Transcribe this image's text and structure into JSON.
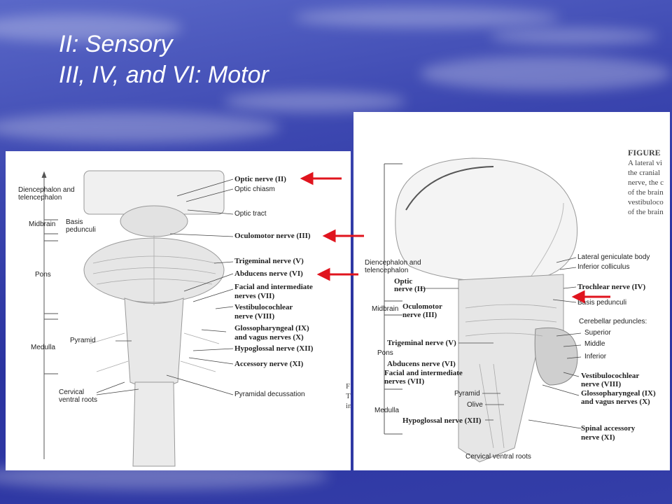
{
  "slide": {
    "title_line1": "II: Sensory",
    "title_line2": "III, IV, and VI: Motor"
  },
  "left_figure": {
    "regions": [
      "Diencephalon and telencephalon",
      "Midbrain",
      "Pons",
      "Medulla"
    ],
    "labels": {
      "basis_pedunculi": "Basis pedunculi",
      "pyramid": "Pyramid",
      "cervical": "Cervical ventral roots",
      "optic_nerve": "Optic nerve (II)",
      "optic_chiasm": "Optic chiasm",
      "optic_tract": "Optic tract",
      "oculomotor": "Oculomotor nerve (III)",
      "trigeminal": "Trigeminal nerve (V)",
      "abducens": "Abducens nerve (VI)",
      "facial_1": "Facial and intermediate",
      "facial_2": "nerves (VII)",
      "vestibulo_1": "Vestibulocochlear",
      "vestibulo_2": "nerve (VIII)",
      "glosso_1": "Glossopharyngeal (IX)",
      "glosso_2": "and vagus nerves (X)",
      "hypoglossal": "Hypoglossal nerve (XII)",
      "accessory": "Accessory nerve (XI)",
      "decussation": "Pyramidal decussation"
    },
    "caption_lines": [
      "F",
      "T",
      "in"
    ]
  },
  "right_figure": {
    "caption_lines": [
      "FIGURE",
      "A lateral vi",
      "the cranial",
      "nerve, the c",
      "of the brain",
      "vestibuloco",
      "of the brain"
    ],
    "regions": [
      "Diencephalon and telencephalon",
      "Midbrain",
      "Pons",
      "Medulla"
    ],
    "labels": {
      "lgb": "Lateral geniculate body",
      "inf_coll": "Inferior colliculus",
      "optic_1": "Optic",
      "optic_2": "nerve (II)",
      "trochlear": "Trochlear nerve (IV)",
      "basis": "Basis pedunculi",
      "oculo_1": "Oculomotor",
      "oculo_2": "nerve (III)",
      "cereb_ped": "Cerebellar peduncles:",
      "superior": "Superior",
      "middle": "Middle",
      "inferior": "Inferior",
      "trigeminal": "Trigeminal nerve (V)",
      "abducens": "Abducens nerve (VI)",
      "facial_1": "Facial and intermediate",
      "facial_2": "nerves (VII)",
      "vestibulo_1": "Vestibulocochlear",
      "vestibulo_2": "nerve (VIII)",
      "pyramid": "Pyramid",
      "olive": "Olive",
      "glosso_1": "Glossopharyngeal (IX)",
      "glosso_2": "and vagus nerves (X)",
      "hypoglossal": "Hypoglossal nerve (XII)",
      "spinal_1": "Spinal accessory",
      "spinal_2": "nerve (XI)",
      "cervical": "Cervical ventral roots"
    }
  },
  "colors": {
    "arrow": "#e0141e",
    "background": "#3a44ac"
  }
}
